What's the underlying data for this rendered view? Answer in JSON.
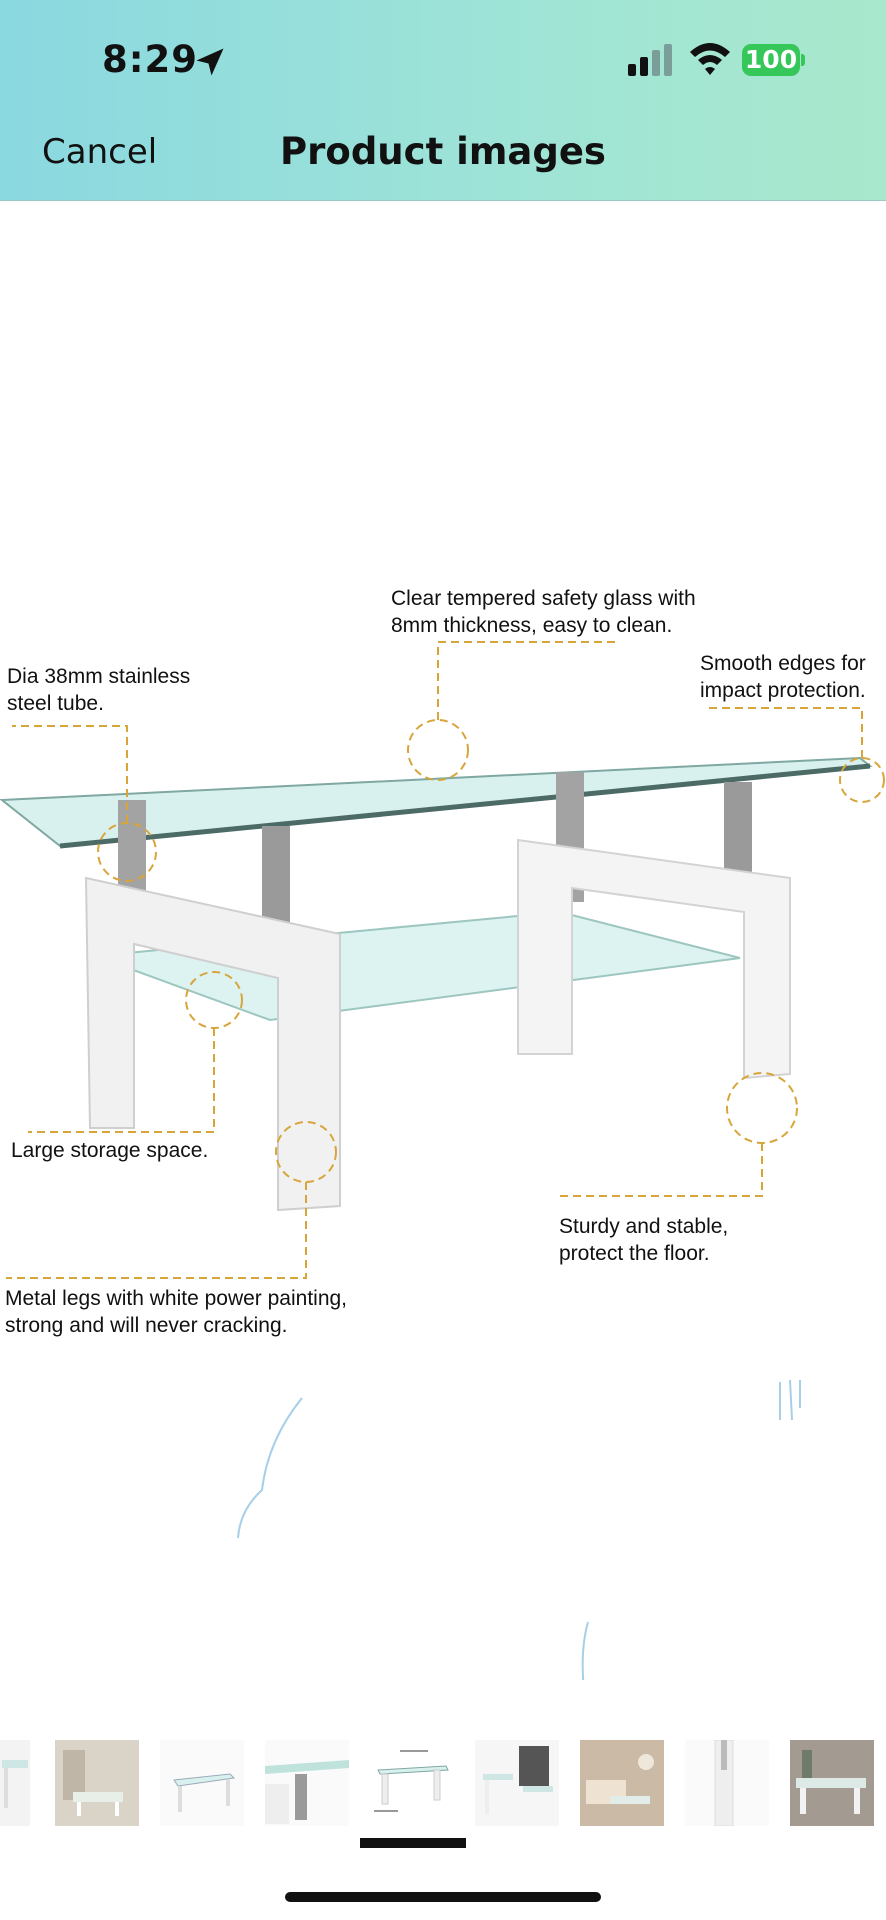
{
  "status_bar": {
    "time": "8:29",
    "battery": "100"
  },
  "header": {
    "cancel_label": "Cancel",
    "title": "Product images"
  },
  "image": {
    "callouts": {
      "glass": "Clear tempered safety glass with\n8mm thickness, easy to clean.",
      "tube": "Dia 38mm stainless\nsteel tube.",
      "edges": "Smooth edges for\nimpact protection.",
      "storage": "Large storage space.",
      "floor": "Sturdy and stable,\nprotect the floor.",
      "legs": "Metal legs with white power painting,\nstrong and will never cracking."
    }
  },
  "colors": {
    "header_start": "#8ad8e0",
    "header_end": "#a8e8cc",
    "battery": "#35c759",
    "callout_line": "#d8a53a"
  },
  "thumbnails": {
    "count": 9,
    "selected_index": 4
  }
}
